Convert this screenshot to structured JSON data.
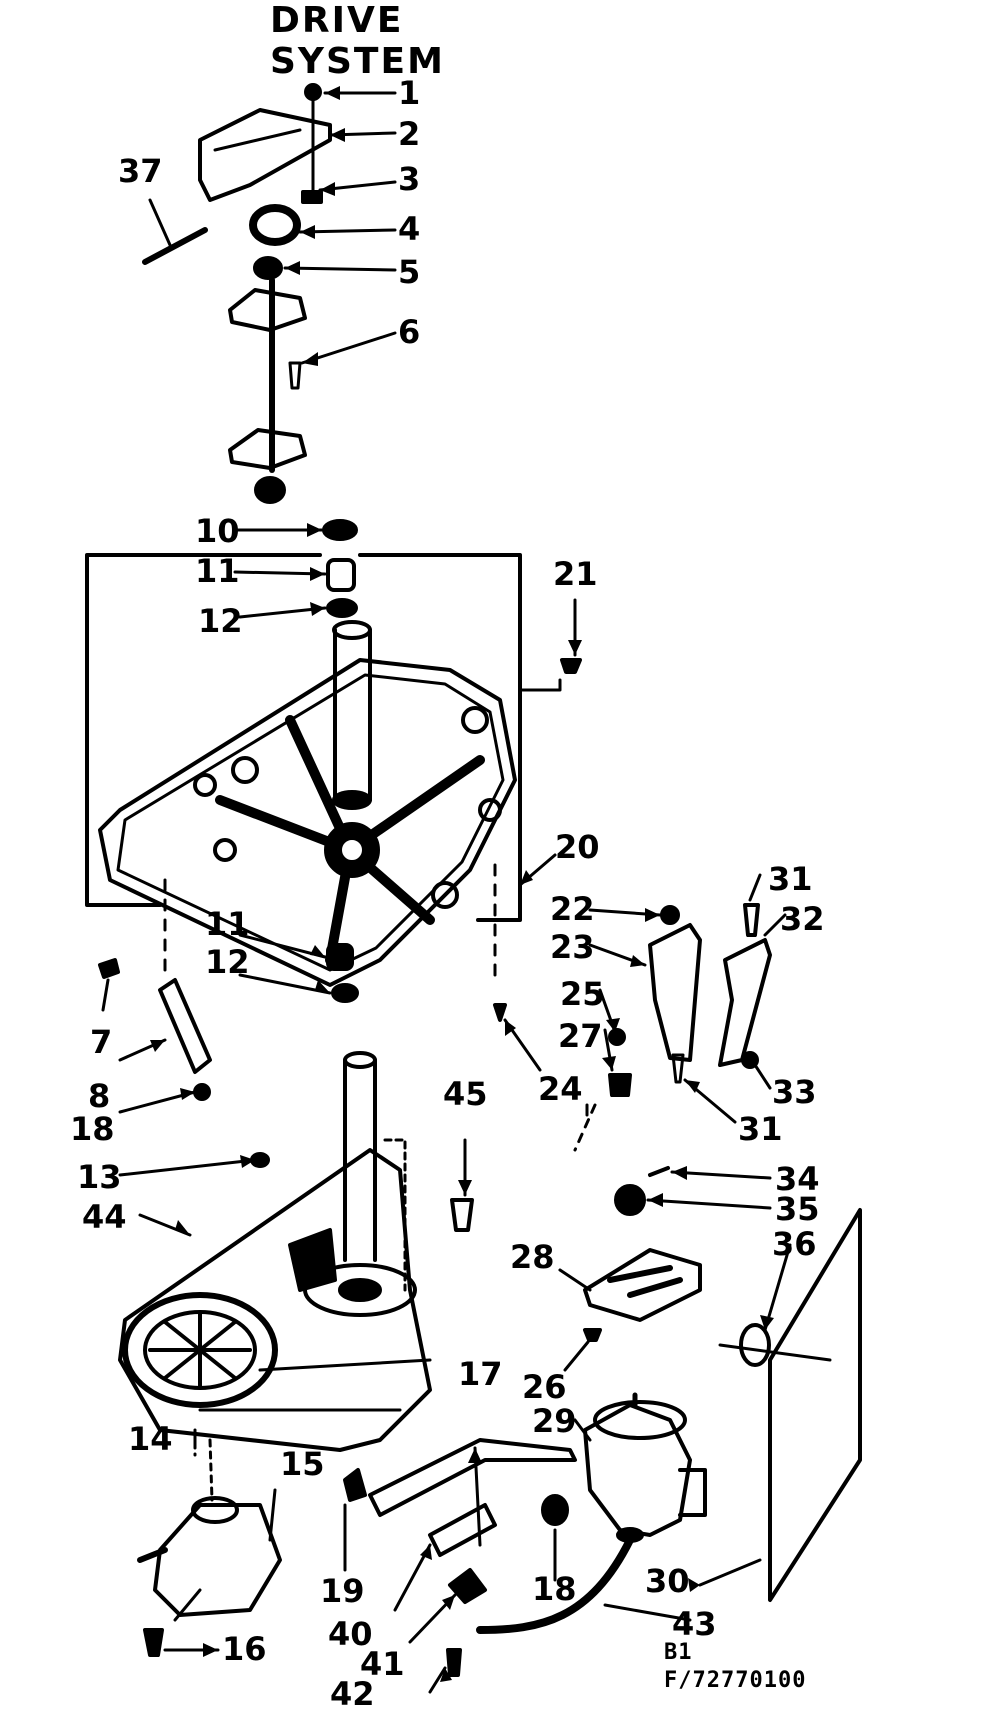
{
  "title": "DRIVE SYSTEM",
  "footer": {
    "line1": "B1",
    "line2": "F/72770100"
  },
  "callouts": [
    "1",
    "2",
    "3",
    "4",
    "5",
    "6",
    "37",
    "10",
    "11",
    "12",
    "21",
    "20",
    "11",
    "12",
    "7",
    "8",
    "18",
    "22",
    "23",
    "31",
    "32",
    "25",
    "27",
    "24",
    "33",
    "31",
    "45",
    "13",
    "44",
    "34",
    "35",
    "36",
    "28",
    "26",
    "29",
    "17",
    "14",
    "15",
    "19",
    "40",
    "18",
    "41",
    "42",
    "43",
    "30",
    "16"
  ]
}
